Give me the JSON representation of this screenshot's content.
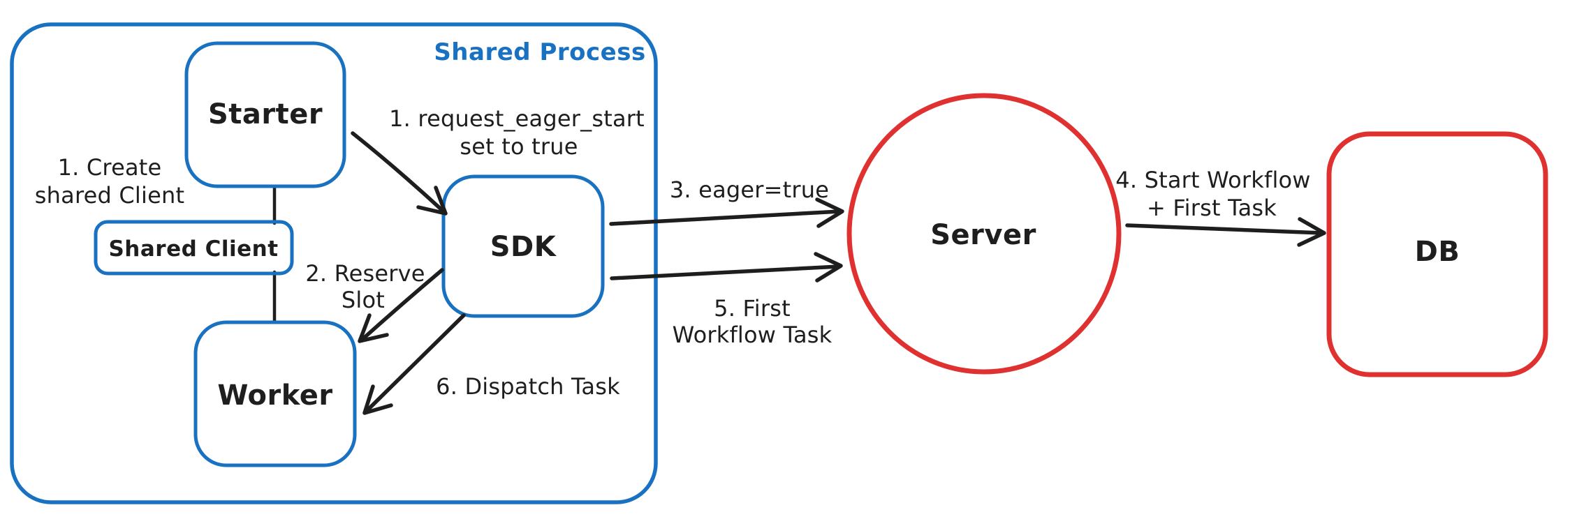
{
  "colors": {
    "blue_fill": "#a5d8ff",
    "blue_stroke": "#1971c2",
    "red_fill": "#ffc9c9",
    "red_stroke": "#e03131",
    "ink": "#1e1e1e",
    "background": "#ffffff"
  },
  "container": {
    "label": "Shared Process"
  },
  "nodes": {
    "starter": {
      "label": "Starter"
    },
    "shared_client": {
      "label": "Shared Client"
    },
    "worker": {
      "label": "Worker"
    },
    "sdk": {
      "label": "SDK"
    },
    "server": {
      "label": "Server"
    },
    "db": {
      "label": "DB"
    }
  },
  "annotations": {
    "create_shared_client": {
      "line1": "1. Create",
      "line2": "shared Client"
    },
    "request_eager_start": {
      "line1": "1. request_eager_start",
      "line2": "set to true"
    },
    "reserve_slot": {
      "line1": "2. Reserve",
      "line2": "Slot"
    },
    "eager_true": {
      "line1": "3. eager=true"
    },
    "start_workflow": {
      "line1": "4. Start Workflow",
      "line2": "+ First Task"
    },
    "first_workflow_task": {
      "line1": "5. First",
      "line2": "Workflow Task"
    },
    "dispatch_task": {
      "line1": "6. Dispatch Task"
    }
  }
}
